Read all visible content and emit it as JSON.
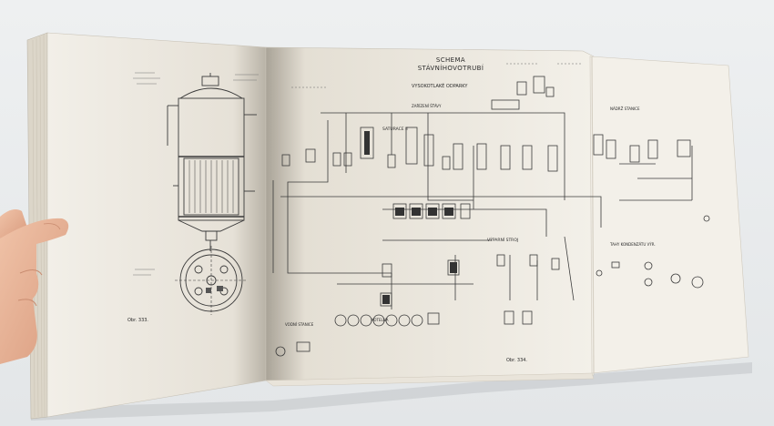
{
  "photo": {
    "subject": "open book with fold-out technical schematic"
  },
  "schematic": {
    "title_line1": "SCHEMA",
    "title_line2": "STÁVNÍHOVOTRUBÍ",
    "subtitle": "VYSOKOTLAKÉ ODPARKY",
    "subtitle2": "ZAŘÍZENÍ ŠŤÁVY",
    "label_saturace": "SATURACE II",
    "label_vyparni": "VÝPARNÍ STROJ",
    "label_vodni": "VODNÍ STANICE",
    "label_kotelna": "KOTELNA",
    "label_nadrz": "NÁDRŽ STANICE",
    "label_kondenzace": "TAHY KONDENZÁTU VÝR.",
    "caption": "Obr. 334."
  },
  "left_page": {
    "caption": "Obr. 333."
  },
  "colors": {
    "paper": "#f4f1ea",
    "paper_shadow": "#d9d4c9",
    "ink": "#3a3a3a",
    "background": "#e8ebec",
    "skin": "#e9b89c"
  }
}
